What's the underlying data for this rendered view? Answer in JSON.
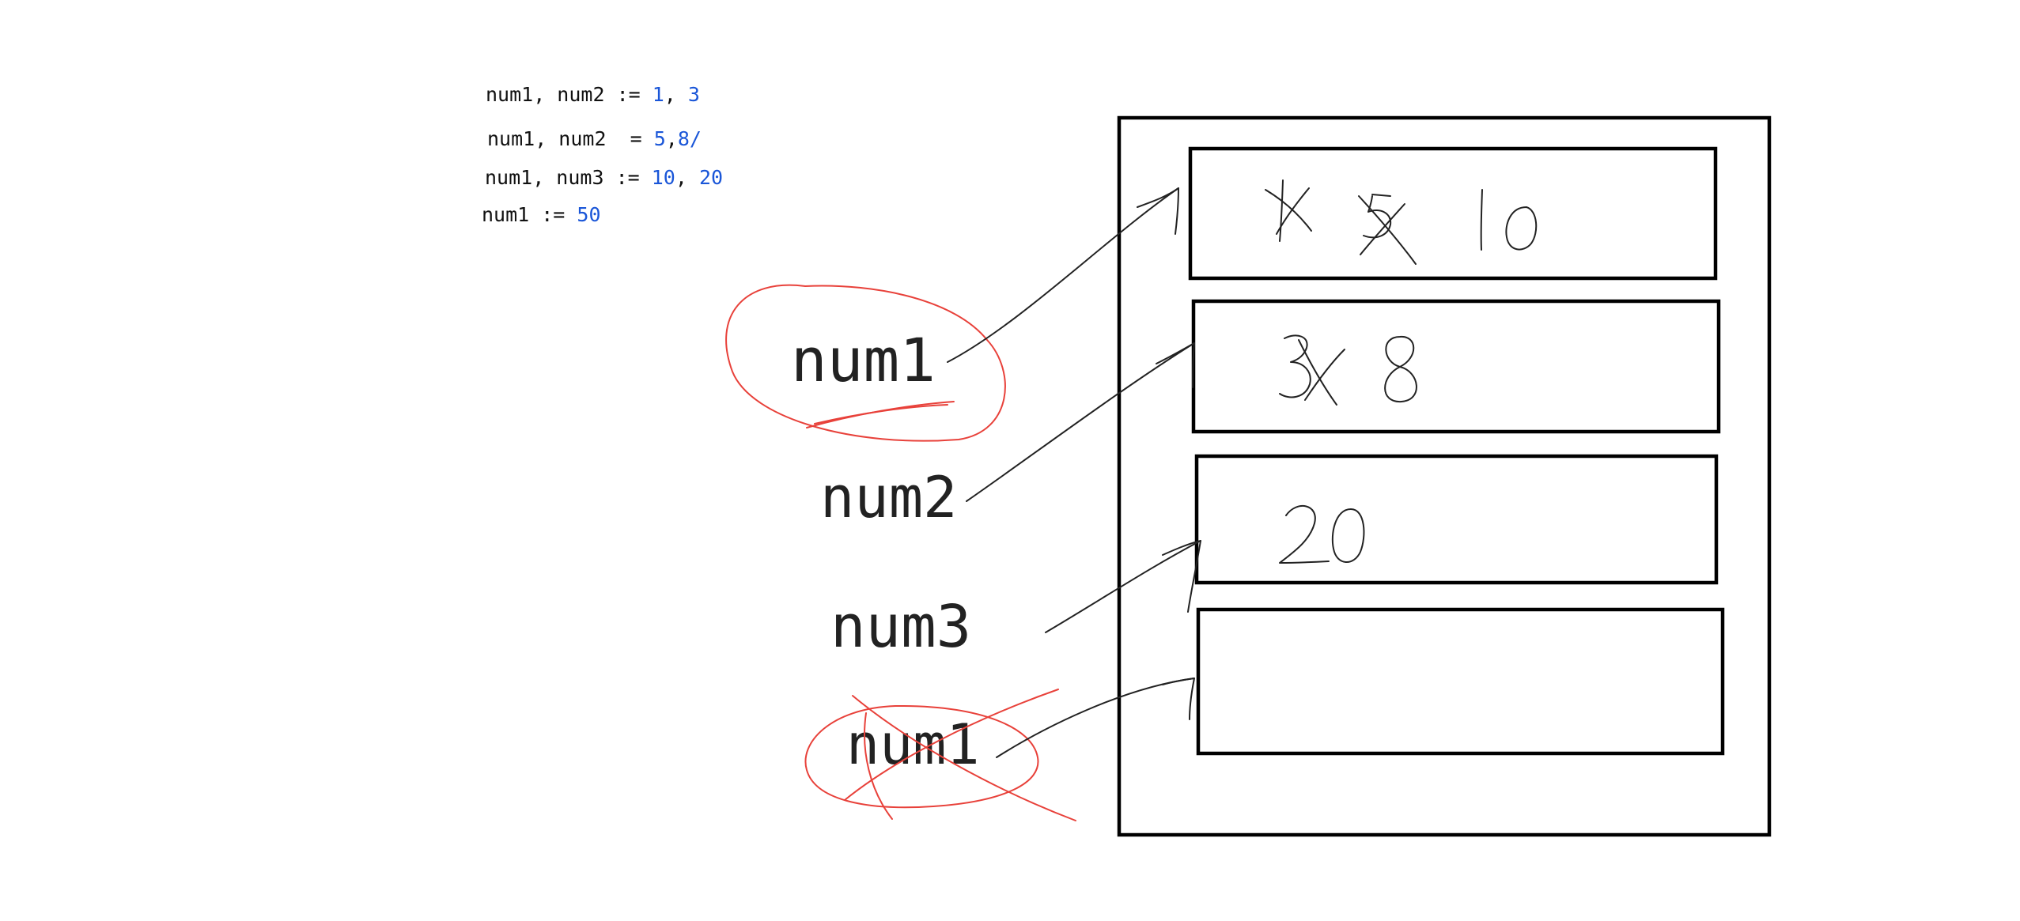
{
  "code": {
    "line1": {
      "vars": "num1, num2 :=",
      "v1": "1",
      "sep": ",",
      "v2": "3"
    },
    "line2": {
      "vars": "num1, num2  =",
      "v1": "5",
      "sep": ",",
      "v2": "8",
      "tail": "/"
    },
    "line3": {
      "vars": "num1, num3 :=",
      "v1": "10",
      "sep": ",",
      "v2": "20"
    },
    "line4": {
      "vars": "num1 :=",
      "v1": "50"
    }
  },
  "labels": {
    "var1": "num1",
    "var2": "num2",
    "var3": "num3",
    "var4": "num1"
  },
  "cells": {
    "cell1": {
      "struck": [
        "1",
        "5"
      ],
      "value": "10"
    },
    "cell2": {
      "struck": [
        "3"
      ],
      "value": "8"
    },
    "cell3": {
      "value": "20"
    },
    "cell4": {
      "value": ""
    }
  },
  "colors": {
    "code_number": "#1a56d8",
    "annotation_red": "#e8413a",
    "ink": "#222222"
  }
}
